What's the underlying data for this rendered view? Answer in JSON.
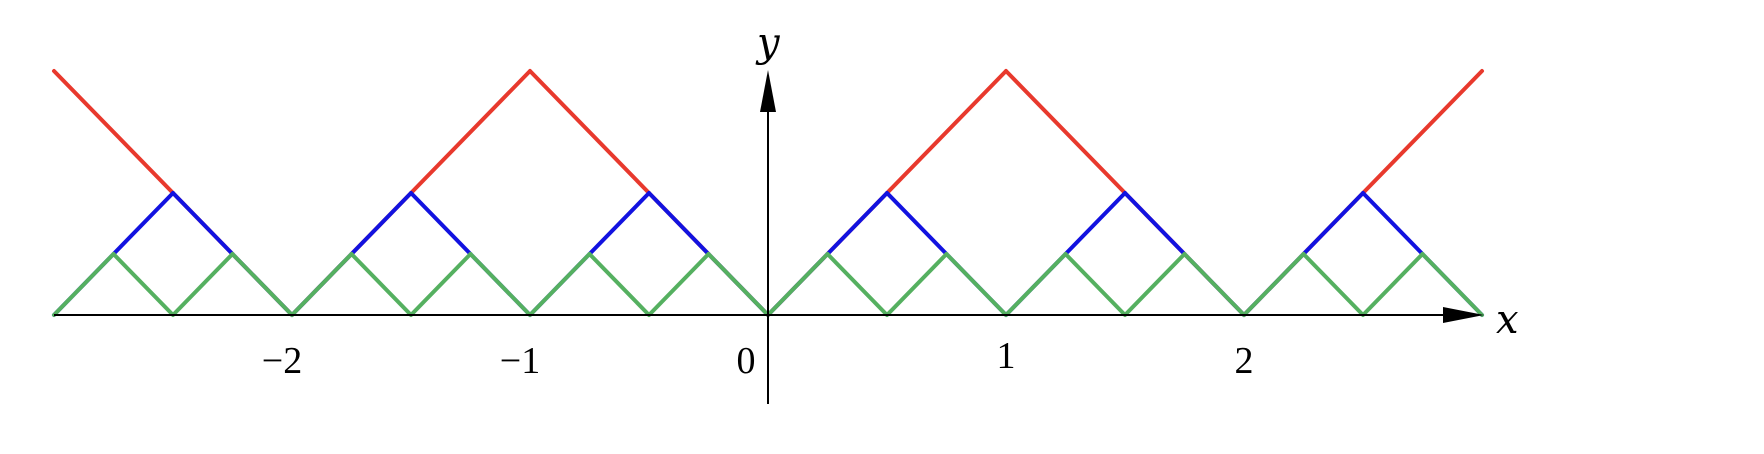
{
  "chart_data": {
    "type": "line",
    "title": "",
    "xlabel": "x",
    "ylabel": "y",
    "xlim": [
      -3,
      3
    ],
    "ylim": [
      0,
      1
    ],
    "x_ticks": [
      -2,
      -1,
      0,
      1,
      2
    ],
    "x_tick_labels": [
      "−2",
      "−1",
      "0",
      "1",
      "2"
    ],
    "grid": false,
    "legend": "none",
    "series": [
      {
        "color": "#e8392d",
        "points": [
          [
            -3,
            1
          ],
          [
            -2.5,
            0.5
          ],
          [
            -2,
            0
          ],
          [
            -1.5,
            0.5
          ],
          [
            -1,
            1
          ],
          [
            -0.5,
            0.5
          ],
          [
            0,
            0
          ],
          [
            0.5,
            0.5
          ],
          [
            1,
            1
          ],
          [
            1.5,
            0.5
          ],
          [
            2,
            0
          ],
          [
            2.5,
            0.5
          ],
          [
            3,
            1
          ]
        ]
      },
      {
        "color": "#1212e0",
        "points": [
          [
            -3,
            0
          ],
          [
            -2.75,
            0.25
          ],
          [
            -2.5,
            0.5
          ],
          [
            -2.25,
            0.25
          ],
          [
            -2,
            0
          ],
          [
            -1.75,
            0.25
          ],
          [
            -1.5,
            0.5
          ],
          [
            -1.25,
            0.25
          ],
          [
            -1,
            0
          ],
          [
            -0.75,
            0.25
          ],
          [
            -0.5,
            0.5
          ],
          [
            -0.25,
            0.25
          ],
          [
            0,
            0
          ],
          [
            0.25,
            0.25
          ],
          [
            0.5,
            0.5
          ],
          [
            0.75,
            0.25
          ],
          [
            1,
            0
          ],
          [
            1.25,
            0.25
          ],
          [
            1.5,
            0.5
          ],
          [
            1.75,
            0.25
          ],
          [
            2,
            0
          ],
          [
            2.25,
            0.25
          ],
          [
            2.5,
            0.5
          ],
          [
            2.75,
            0.25
          ],
          [
            3,
            0
          ]
        ]
      },
      {
        "color": "#55b060",
        "points": [
          [
            -3,
            0
          ],
          [
            -2.75,
            0.25
          ],
          [
            -2.5,
            0
          ],
          [
            -2.25,
            0.25
          ],
          [
            -2,
            0
          ],
          [
            -1.75,
            0.25
          ],
          [
            -1.5,
            0
          ],
          [
            -1.25,
            0.25
          ],
          [
            -1,
            0
          ],
          [
            -0.75,
            0.25
          ],
          [
            -0.5,
            0
          ],
          [
            -0.25,
            0.25
          ],
          [
            0,
            0
          ],
          [
            0.25,
            0.25
          ],
          [
            0.5,
            0
          ],
          [
            0.75,
            0.25
          ],
          [
            1,
            0
          ],
          [
            1.25,
            0.25
          ],
          [
            1.5,
            0
          ],
          [
            1.75,
            0.25
          ],
          [
            2,
            0
          ],
          [
            2.25,
            0.25
          ],
          [
            2.5,
            0
          ],
          [
            2.75,
            0.25
          ],
          [
            3,
            0
          ]
        ]
      }
    ]
  }
}
